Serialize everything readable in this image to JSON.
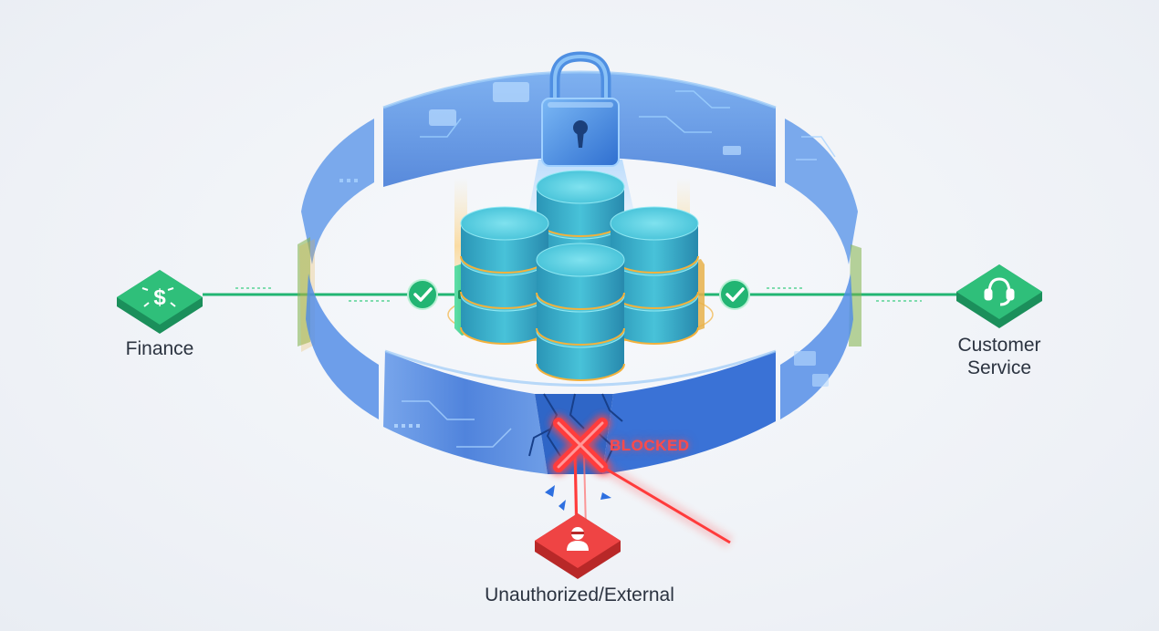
{
  "nodes": {
    "finance": {
      "label": "Finance",
      "icon": "dollar-icon",
      "status": "allowed",
      "color": "#2fbf7a"
    },
    "customer_service": {
      "label_line1": "Customer",
      "label_line2": "Service",
      "icon": "headset-icon",
      "status": "allowed",
      "color": "#2fbf7a"
    },
    "external": {
      "label": "Unauthorized/External",
      "icon": "hacker-icon",
      "status": "blocked",
      "color": "#e83b3b"
    }
  },
  "blocked_label": "BLOCKED",
  "center": {
    "icon": "padlock-icon",
    "database_icon": "database-icon",
    "database_count": 4
  },
  "colors": {
    "wall": "#4a86e0",
    "accent_green": "#22b573",
    "accent_red": "#ef3b3b",
    "db": "#38b8d0",
    "gold": "#f2b13c"
  }
}
